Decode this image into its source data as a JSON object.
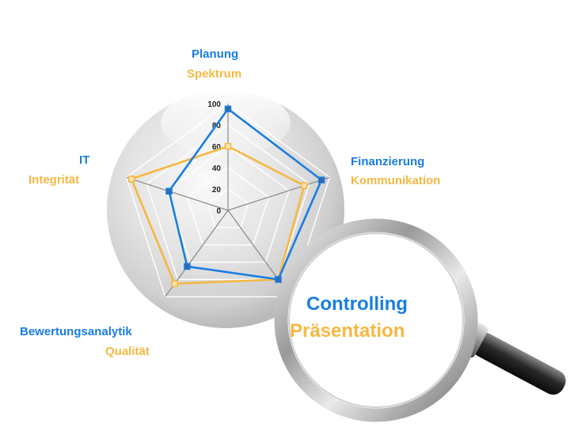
{
  "chart_data": {
    "type": "radar",
    "axes": [
      {
        "label_primary": "Planung",
        "label_secondary": "Spektrum"
      },
      {
        "label_primary": "Finanzierung",
        "label_secondary": "Kommunikation"
      },
      {
        "label_primary": "Controlling",
        "label_secondary": "Präsentation"
      },
      {
        "label_primary": "Bewertungsanalytik",
        "label_secondary": "Qualität"
      },
      {
        "label_primary": "IT",
        "label_secondary": "Integrität"
      }
    ],
    "rlim": [
      0,
      100
    ],
    "ticks": [
      "0",
      "20",
      "40",
      "60",
      "80",
      "100"
    ],
    "series": [
      {
        "color": "#1a7de0",
        "values": [
          95,
          92,
          80,
          65,
          58
        ]
      },
      {
        "color": "#f5b842",
        "values": [
          60,
          75,
          80,
          85,
          95
        ]
      }
    ],
    "grid": true
  },
  "colors": {
    "primary": "#1a7de0",
    "secondary": "#f5b842"
  },
  "decor": {
    "magnifier": "magnifying-glass-icon"
  }
}
